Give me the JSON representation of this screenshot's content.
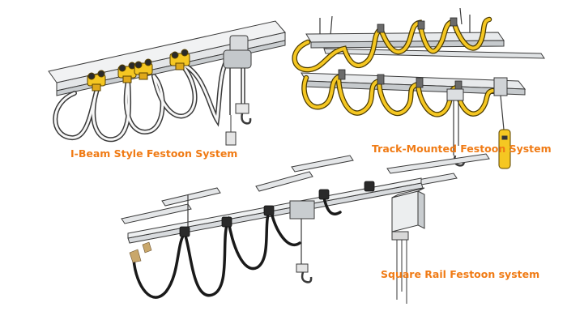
{
  "captions": {
    "ibeam": "I-Beam Style Festoon System",
    "track": "Track-Mounted Festoon System",
    "square": "Square Rail Festoon system"
  },
  "colors": {
    "caption": "#f07b15",
    "yellow": "#f5c722",
    "yellow_dark": "#b8860b",
    "line": "#3a3a3a",
    "steel_light": "#e4e6e8",
    "steel_mid": "#aeb3b7",
    "cable_dark": "#1a1a1a"
  },
  "icons": [
    "hook-icon",
    "hoist-icon",
    "trolley-icon",
    "junction-box-icon"
  ]
}
